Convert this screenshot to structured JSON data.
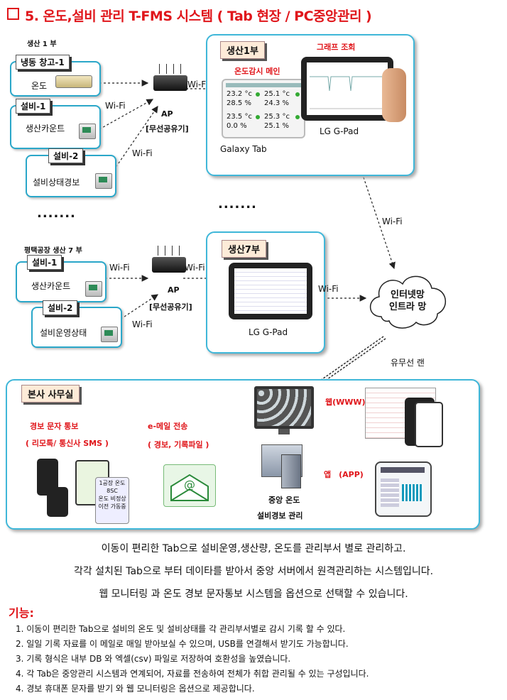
{
  "title": "5. 온도,설비 관리 T-FMS 시스템 ( Tab 현장 / PC중앙관리 )",
  "sec1": {
    "label": "생산 1 부",
    "dev1": {
      "tag": "냉동 창고-1",
      "text": "온도"
    },
    "dev2": {
      "tag": "설비-1",
      "text": "생산카운트"
    },
    "dev3": {
      "tag": "설비-2",
      "text": "설비상태경보"
    },
    "ap": "AP",
    "ap_sub": "[무선공유기]",
    "wifi": "Wi-Fi",
    "dots": "......."
  },
  "panel1": {
    "badge": "생산1부",
    "monitor_label": "온도감시 메인",
    "graph_label": "그래프 조회",
    "tab1": "Galaxy Tab",
    "tab2": "LG G-Pad",
    "readings": [
      {
        "t": "23.2 °c",
        "h": "28.5 %"
      },
      {
        "t": "25.1 °c",
        "h": "24.3 %"
      },
      {
        "t": "23.5 °c",
        "h": "0.0 %"
      },
      {
        "t": "25.3 °c",
        "h": "25.1 %"
      }
    ]
  },
  "sec7": {
    "label": "평택공장 생산 7 부",
    "dev1": {
      "tag": "설비-1",
      "text": "생산카운트"
    },
    "dev2": {
      "tag": "설비-2",
      "text": "설비운영상태"
    },
    "ap": "AP",
    "ap_sub": "[무선공유기]",
    "wifi": "Wi-Fi"
  },
  "panel7": {
    "badge": "생산7부",
    "tab": "LG G-Pad"
  },
  "network": {
    "cloud_line1": "인터넷망",
    "cloud_line2": "인트라 망",
    "wifi": "Wi-Fi",
    "lan": "유무선 랜"
  },
  "hq": {
    "badge": "본사 사무실",
    "sms_title": "경보 문자 통보",
    "sms_sub": "( 리모톡/ 통신사 SMS )",
    "mail_title": "e-메일 전송",
    "mail_sub": "( 경보, 기록파일 )",
    "phone_text": "1공장 온도\n8SC\n온도 비정상\n이전 가동중",
    "web": "웹(WWW)",
    "app": "앱　(APP)",
    "server1": "중앙 온도",
    "server2": "설비경보 관리"
  },
  "desc": [
    "이동이 편리한 Tab으로 설비운영,생산량, 온도를 관리부서 별로 관리하고.",
    "각각 설치된 Tab으로 부터 데이타를 받아서 중앙 서버에서 원격관리하는 시스템입니다.",
    "웹 모니터링 과 온도 경보 문자통보 시스템을 옵션으로 선택할 수 있습니다."
  ],
  "functions": {
    "title": "기능:",
    "items": [
      "1. 이동이 편리한 Tab으로   설비의 온도 및 설비상태를 각 관리부서별로 감시 기록 할 수 있다.",
      "2. 일일 기록 자료를 이 메일로 매일 받아보실 수 있으며, USB를 연결해서 받기도 가능합니다.",
      "3. 기록 형식은 내부 DB 와 엑셀(csv) 파일로 저장하여 호환성을 높였습니다.",
      "4. 각 Tab은  중앙관리 시스템과 연계되어, 자료를 전송하여 전체가 취합 관리될 수 있는 구성입니다.",
      "4. 경보 휴대폰 문자를 받기 와 웹 모니터링은 옵션으로 제공합니다."
    ]
  },
  "colors": {
    "accent": "#e0161b",
    "panel_border": "#3fb7d9",
    "badge_bg": "#fdebd8"
  }
}
